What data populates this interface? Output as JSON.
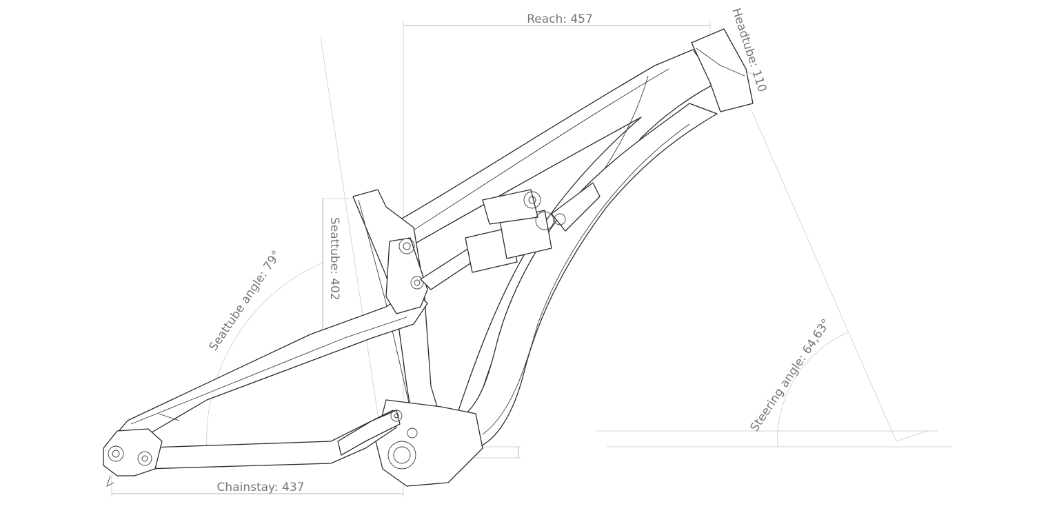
{
  "drawing": {
    "title": "Bike frame geometry",
    "dimensions": {
      "reach": "Reach: 457",
      "headtube": "Headtube: 110",
      "seattube": "Seattube: 402",
      "seattube_angle": "Seattube angle: 79°",
      "steering_angle": "Steering angle: 64,63°",
      "chainstay": "Chainstay: 437"
    },
    "colors": {
      "lines": "#2a2a2a",
      "dimensions": "#9a9a9a",
      "labels": "#777777"
    }
  }
}
